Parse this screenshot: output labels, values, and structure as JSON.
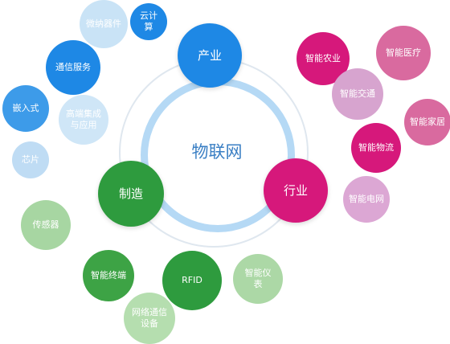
{
  "center": "物联网",
  "hubs": {
    "industry": "产业",
    "sector": "行业",
    "manufacturing": "制造"
  },
  "industry_items": [
    "微纳器件",
    "云计算",
    "通信服务",
    "嵌入式",
    "高端集成与应用",
    "芯片"
  ],
  "sector_items": [
    "智能农业",
    "智能医疗",
    "智能交通",
    "智能家居",
    "智能物流",
    "智能电网"
  ],
  "manufacturing_items": [
    "传感器",
    "智能终端",
    "RFID",
    "智能仪表",
    "网络通信设备"
  ],
  "colors": {
    "industry_hub": "#1e88e5",
    "sector_hub": "#d6187b",
    "manufacturing_hub": "#2e9b3e",
    "ring": "#b5d9f5",
    "center_text": "#3a7fc4"
  }
}
